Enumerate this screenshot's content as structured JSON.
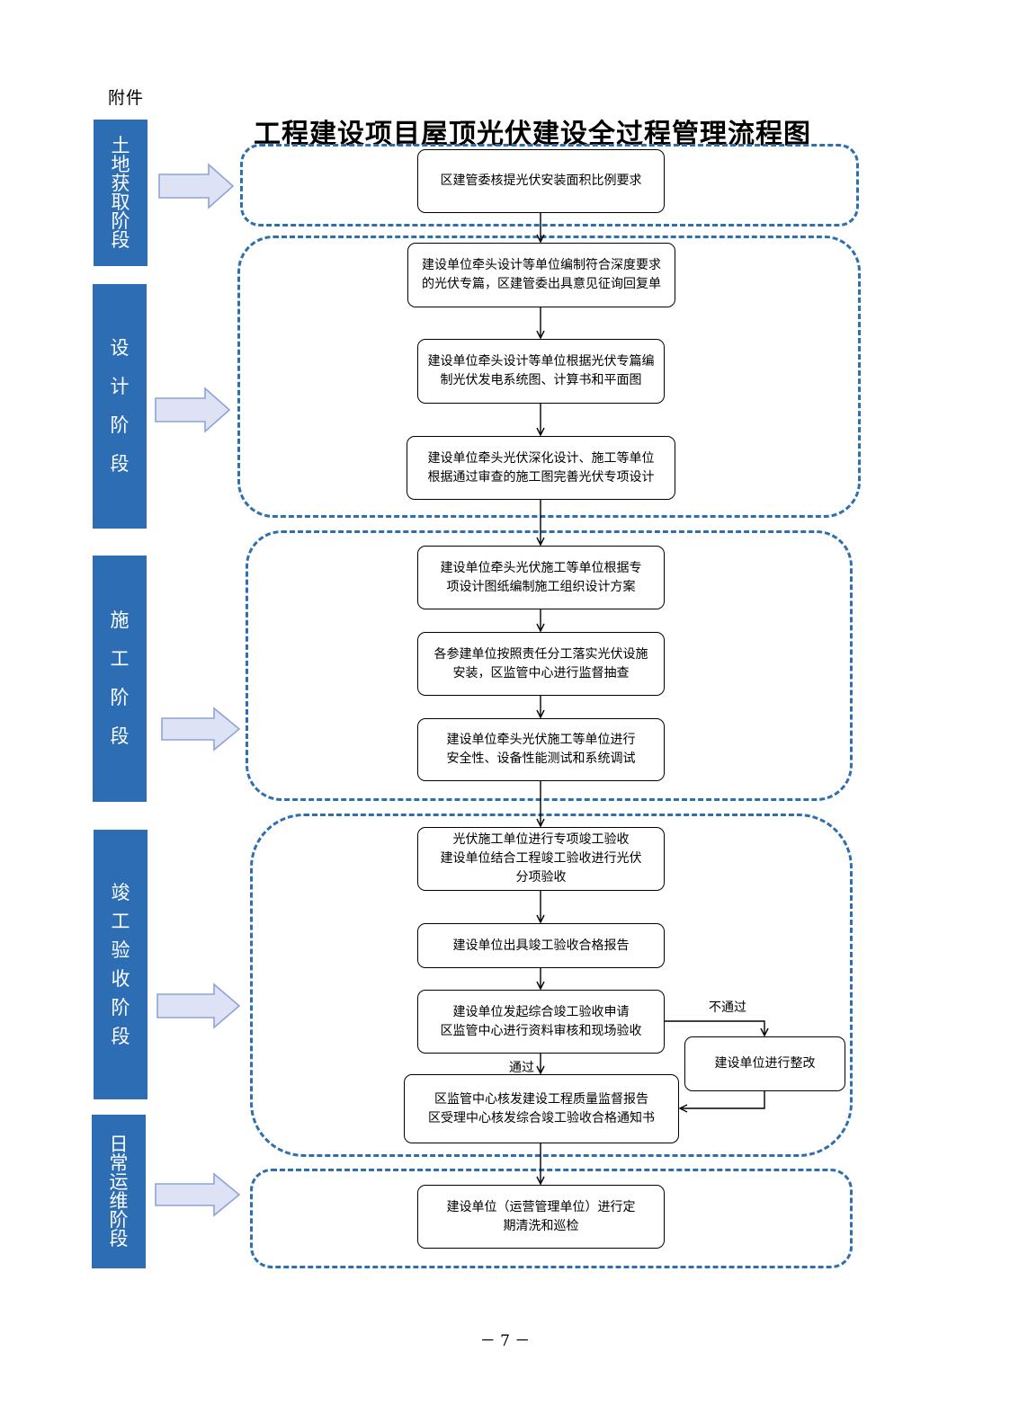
{
  "page": {
    "attachment_label": "附件",
    "title": "工程建设项目屋顶光伏建设全过程管理流程图",
    "page_number": "－ 7 －"
  },
  "stages": [
    {
      "id": "land",
      "chars": [
        "土",
        "地",
        "获",
        "取",
        "阶",
        "段"
      ]
    },
    {
      "id": "design",
      "chars": [
        "设",
        "计",
        "阶",
        "段"
      ]
    },
    {
      "id": "construction",
      "chars": [
        "施",
        "工",
        "阶",
        "段"
      ]
    },
    {
      "id": "acceptance",
      "chars": [
        "竣",
        "工",
        "验",
        "收",
        "阶",
        "段"
      ]
    },
    {
      "id": "operation",
      "chars": [
        "日",
        "常",
        "运",
        "维",
        "阶",
        "段"
      ]
    }
  ],
  "steps": {
    "s1": "区建管委核提光伏安装面积比例要求",
    "s2": "建设单位牵头设计等单位编制符合深度要求\n的光伏专篇，区建管委出具意见征询回复单",
    "s3": "建设单位牵头设计等单位根据光伏专篇编\n制光伏发电系统图、计算书和平面图",
    "s4": "建设单位牵头光伏深化设计、施工等单位\n根据通过审查的施工图完善光伏专项设计",
    "s5": "建设单位牵头光伏施工等单位根据专\n项设计图纸编制施工组织设计方案",
    "s6": "各参建单位按照责任分工落实光伏设施\n安装，区监管中心进行监督抽查",
    "s7": "建设单位牵头光伏施工等单位进行\n安全性、设备性能测试和系统调试",
    "s8": "光伏施工单位进行专项竣工验收\n建设单位结合工程竣工验收进行光伏\n分项验收",
    "s9": "建设单位出具竣工验收合格报告",
    "s10": "建设单位发起综合竣工验收申请\n区监管中心进行资料审核和现场验收",
    "s11": "建设单位进行整改",
    "s12": "区监管中心核发建设工程质量监督报告\n区受理中心核发综合竣工验收合格通知书",
    "s13": "建设单位（运营管理单位）进行定\n期清洗和巡检"
  },
  "edge_labels": {
    "fail": "不通过",
    "pass": "通过"
  },
  "colors": {
    "stage_fill": "#2d6db4",
    "group_border": "#2e6fb0",
    "arrow_fill": "#dde3f4",
    "arrow_stroke": "#8ea3d6"
  }
}
